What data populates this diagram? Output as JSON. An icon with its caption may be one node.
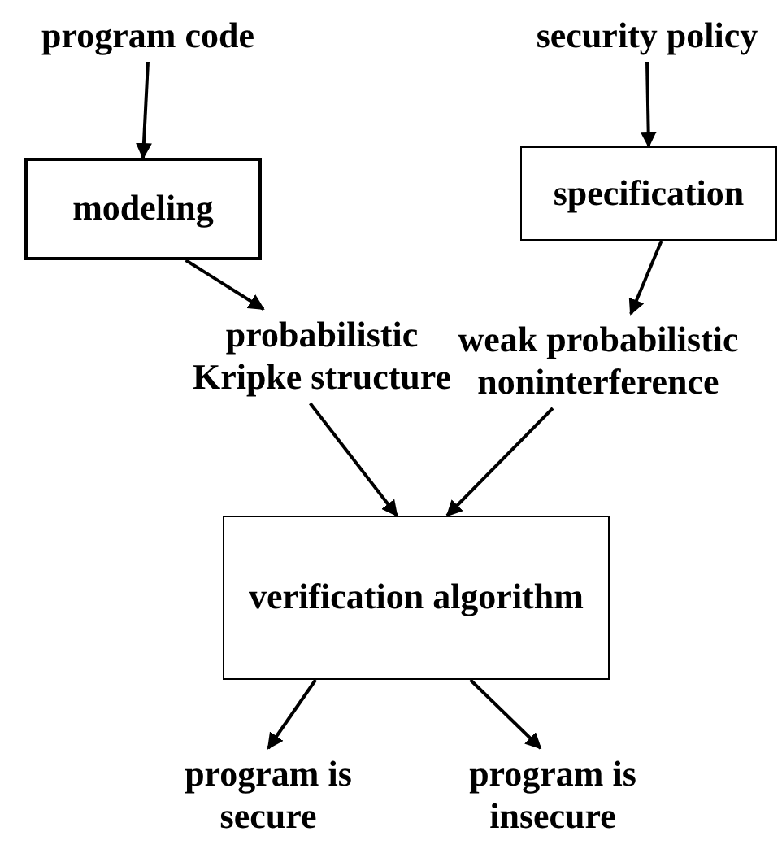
{
  "diagram": {
    "nodes": [
      {
        "text": [
          "program code"
        ]
      },
      {
        "text": [
          "modeling"
        ]
      },
      {
        "text": [
          "security policy"
        ]
      },
      {
        "text": [
          "specification"
        ]
      },
      {
        "text": [
          "probabilistic Kripke structure"
        ]
      },
      {
        "text": [
          "weak probabilistic noninterference"
        ]
      },
      {
        "text": [
          "verification algorithm"
        ]
      },
      {
        "text": [
          "program is secure"
        ]
      },
      {
        "text": [
          "program is insecure"
        ]
      }
    ],
    "edges": [
      {
        "from": 0,
        "to": 1,
        "arrow": "to"
      },
      {
        "from": 2,
        "to": 3,
        "arrow": "to"
      },
      {
        "from": 1,
        "to": 4,
        "arrow": "to"
      },
      {
        "from": 3,
        "to": 5,
        "arrow": "to"
      },
      {
        "from": 4,
        "to": 6,
        "arrow": "to"
      },
      {
        "from": 5,
        "to": 6,
        "arrow": "to"
      },
      {
        "from": 6,
        "to": 7,
        "arrow": "to"
      },
      {
        "from": 6,
        "to": 8,
        "arrow": "to"
      }
    ]
  }
}
